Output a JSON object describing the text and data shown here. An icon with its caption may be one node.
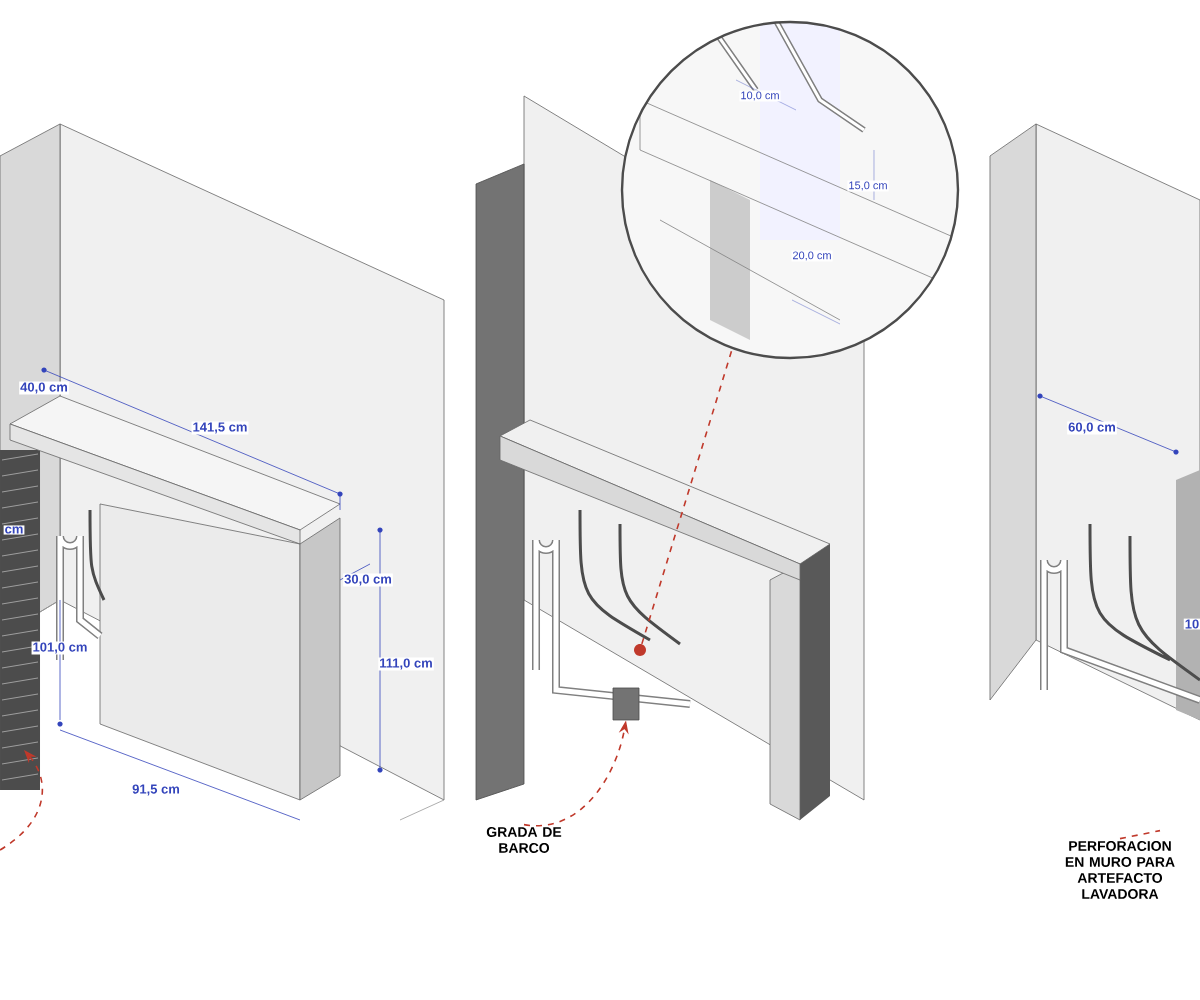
{
  "diagram": {
    "nodes": [
      {
        "text": [],
        "shape": "circle"
      },
      {
        "text": [],
        "shape": "circle"
      },
      {
        "text": [],
        "shape": "box"
      },
      {
        "text": [
          "GRADA DE BARCO"
        ]
      },
      {
        "text": [
          "PERFORACION EN MURO PARA ARTEFACTO LAVADORA"
        ]
      }
    ],
    "edges": [
      {
        "from": 1,
        "to": 0,
        "arrow": "none",
        "style": "dashed"
      },
      {
        "from": 3,
        "to": 2,
        "arrow": "to",
        "style": "dashed"
      },
      {
        "from": 4,
        "to": null,
        "arrow": "none",
        "style": "dashed"
      }
    ],
    "labels": [
      "40,0 cm",
      "141,5 cm",
      "cm",
      "30,0 cm",
      "101,0 cm",
      "111,0 cm",
      "91,5 cm",
      "10,0 cm",
      "15,0 cm",
      "20,0 cm",
      "60,0 cm",
      "10"
    ]
  }
}
